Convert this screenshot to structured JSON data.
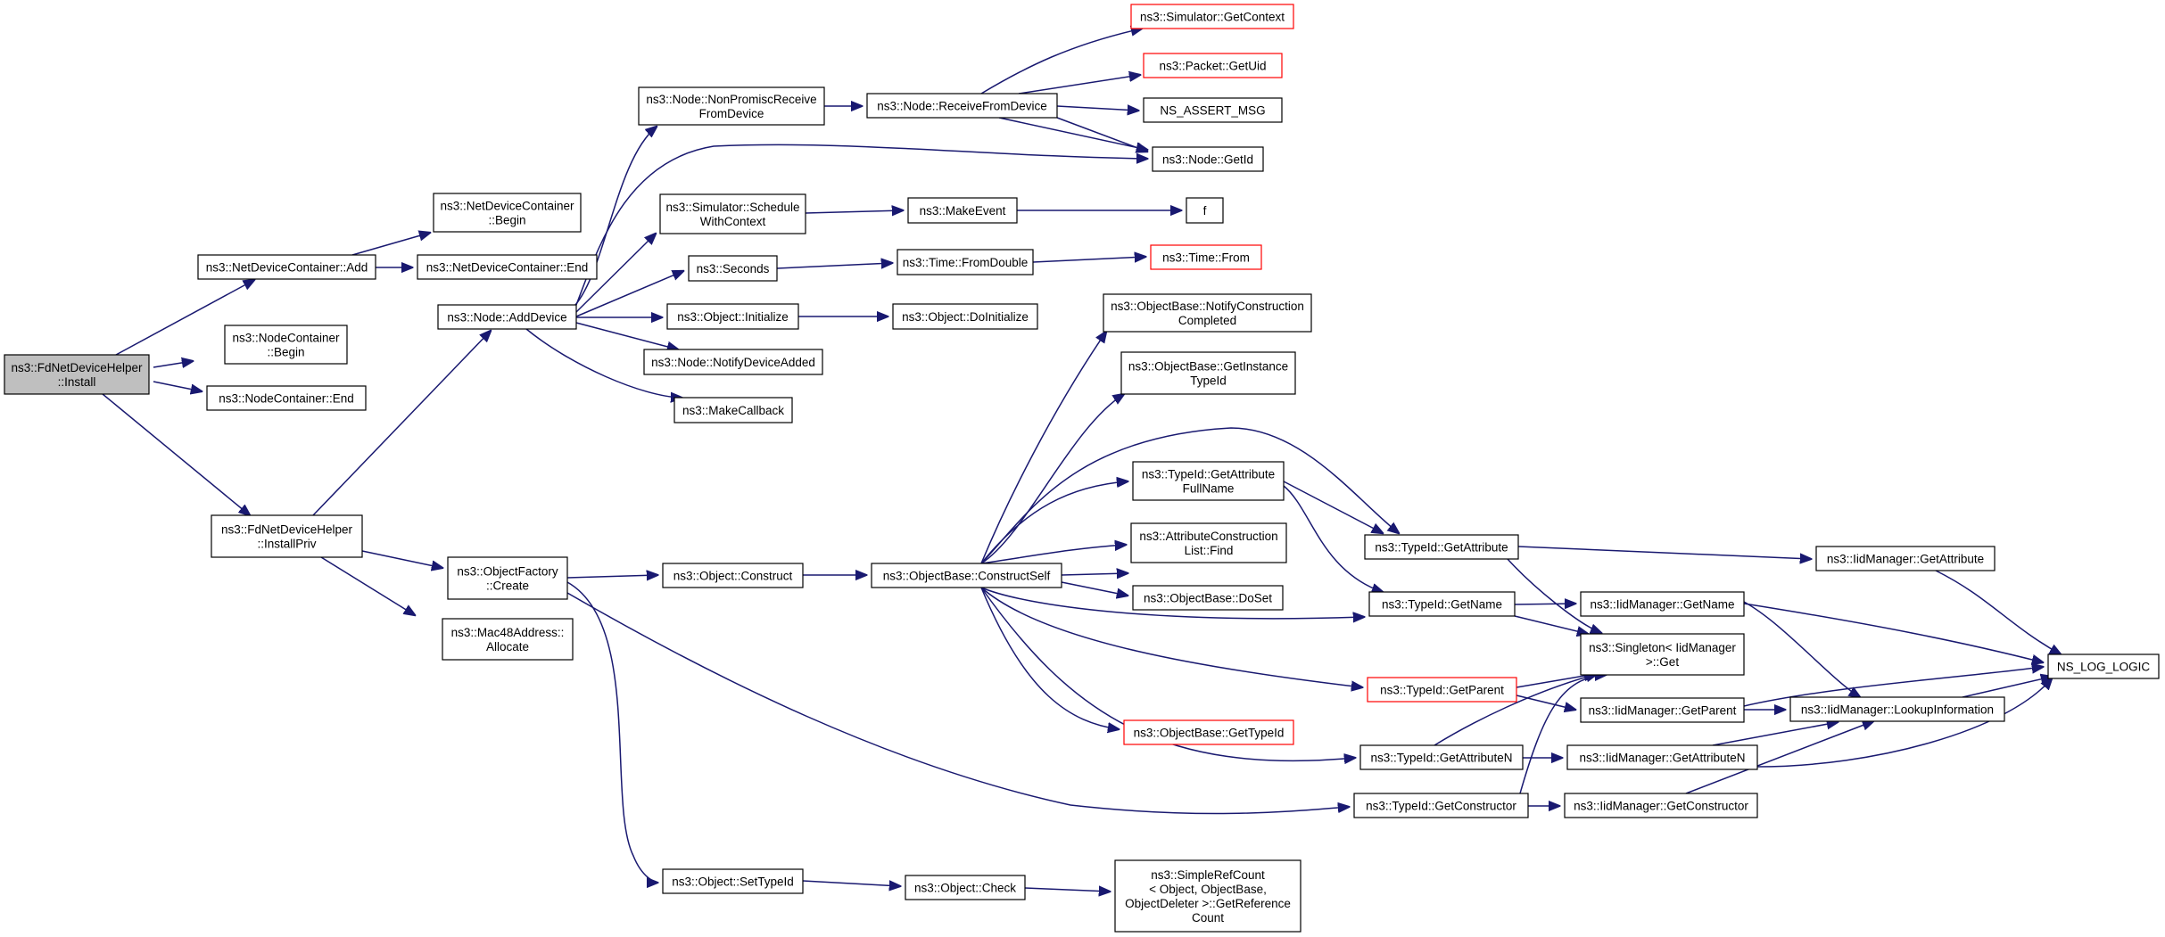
{
  "diagram": {
    "nodes": {
      "install": [
        "ns3::FdNetDeviceHelper",
        "::Install"
      ],
      "ndc_add": [
        "ns3::NetDeviceContainer::Add"
      ],
      "ndc_begin": [
        "ns3::NetDeviceContainer",
        "::Begin"
      ],
      "ndc_end": [
        "ns3::NetDeviceContainer::End"
      ],
      "nc_begin": [
        "ns3::NodeContainer",
        "::Begin"
      ],
      "nc_end": [
        "ns3::NodeContainer::End"
      ],
      "install_priv": [
        "ns3::FdNetDeviceHelper",
        "::InstallPriv"
      ],
      "node_adddevice": [
        "ns3::Node::AddDevice"
      ],
      "nonpromisc": [
        "ns3::Node::NonPromiscReceive",
        "FromDevice"
      ],
      "receive": [
        "ns3::Node::ReceiveFromDevice"
      ],
      "sim_getcontext": [
        "ns3::Simulator::GetContext"
      ],
      "packet_getuid": [
        "ns3::Packet::GetUid"
      ],
      "ns_assert": [
        "NS_ASSERT_MSG"
      ],
      "node_getid": [
        "ns3::Node::GetId"
      ],
      "sched_ctx": [
        "ns3::Simulator::Schedule",
        "WithContext"
      ],
      "makeevent": [
        "ns3::MakeEvent"
      ],
      "f": [
        "f"
      ],
      "seconds": [
        "ns3::Seconds"
      ],
      "fromdouble": [
        "ns3::Time::FromDouble"
      ],
      "time_from": [
        "ns3::Time::From"
      ],
      "obj_init": [
        "ns3::Object::Initialize"
      ],
      "obj_doinit": [
        "ns3::Object::DoInitialize"
      ],
      "notify_added": [
        "ns3::Node::NotifyDeviceAdded"
      ],
      "makecallback": [
        "ns3::MakeCallback"
      ],
      "of_create": [
        "ns3::ObjectFactory",
        "::Create"
      ],
      "mac48": [
        "ns3::Mac48Address::",
        "Allocate"
      ],
      "obj_construct": [
        "ns3::Object::Construct"
      ],
      "construct_self": [
        "ns3::ObjectBase::ConstructSelf"
      ],
      "notify_construction": [
        "ns3::ObjectBase::NotifyConstruction",
        "Completed"
      ],
      "get_instance_typeid": [
        "ns3::ObjectBase::GetInstance",
        "TypeId"
      ],
      "attr_fullname": [
        "ns3::TypeId::GetAttribute",
        "FullName"
      ],
      "attr_construction_find": [
        "ns3::AttributeConstruction",
        "List::Find"
      ],
      "doset": [
        "ns3::ObjectBase::DoSet"
      ],
      "ob_gettypeid": [
        "ns3::ObjectBase::GetTypeId"
      ],
      "tid_getattribute": [
        "ns3::TypeId::GetAttribute"
      ],
      "tid_getname": [
        "ns3::TypeId::GetName"
      ],
      "tid_getparent": [
        "ns3::TypeId::GetParent"
      ],
      "tid_getattributen": [
        "ns3::TypeId::GetAttributeN"
      ],
      "tid_getconstructor": [
        "ns3::TypeId::GetConstructor"
      ],
      "iid_getattribute": [
        "ns3::IidManager::GetAttribute"
      ],
      "iid_getname": [
        "ns3::IidManager::GetName"
      ],
      "singleton": [
        "ns3::Singleton< IidManager",
        " >::Get"
      ],
      "iid_getparent": [
        "ns3::IidManager::GetParent"
      ],
      "iid_lookup": [
        "ns3::IidManager::LookupInformation"
      ],
      "iid_getattributen": [
        "ns3::IidManager::GetAttributeN"
      ],
      "iid_getconstructor": [
        "ns3::IidManager::GetConstructor"
      ],
      "ns_log_logic": [
        "NS_LOG_LOGIC"
      ],
      "obj_settypeid": [
        "ns3::Object::SetTypeId"
      ],
      "obj_check": [
        "ns3::Object::Check"
      ],
      "refcount": [
        "ns3::SimpleRefCount",
        "< Object, ObjectBase,",
        " ObjectDeleter >::GetReference",
        "Count"
      ]
    },
    "colors": {
      "edge": "#191970",
      "root_fill": "#bfbfbf",
      "node_border": "#000000",
      "truncated_border": "#ff0000"
    }
  }
}
